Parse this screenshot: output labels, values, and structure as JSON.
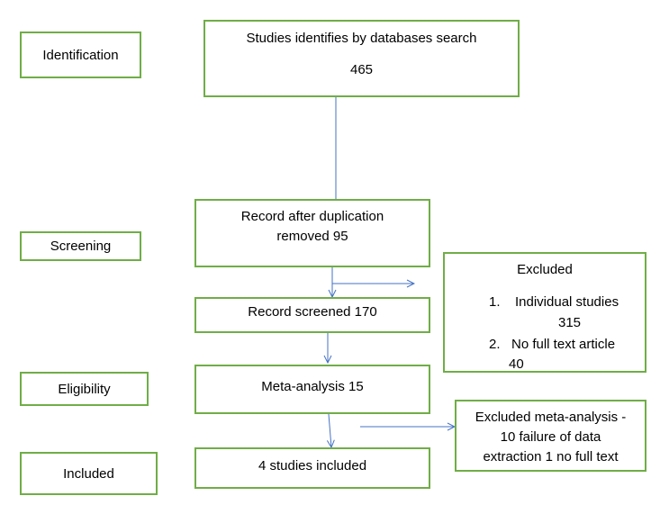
{
  "colors": {
    "box_border": "#70ad47",
    "arrow": "#4472c4"
  },
  "stages": {
    "identification": "Identification",
    "screening": "Screening",
    "eligibility": "Eligibility",
    "included": "Included"
  },
  "boxes": {
    "database_search": {
      "line1": "Studies identifies by databases search",
      "line2": "465"
    },
    "after_duplication": {
      "line1": "Record after duplication",
      "line2": "removed 95"
    },
    "screened": {
      "line1": "Record screened 170"
    },
    "meta_analysis": {
      "line1": "Meta-analysis 15"
    },
    "studies_included": {
      "line1": "4 studies included"
    },
    "excluded": {
      "title": "Excluded",
      "item1_number": "1.",
      "item1_text": "Individual studies",
      "item1_count": "315",
      "item2_number": "2.",
      "item2_text": "No full text article",
      "item2_count": "40"
    },
    "excluded_meta": {
      "line1": "Excluded meta-analysis -",
      "line2": "10 failure of data",
      "line3": "extraction 1 no full text"
    }
  }
}
